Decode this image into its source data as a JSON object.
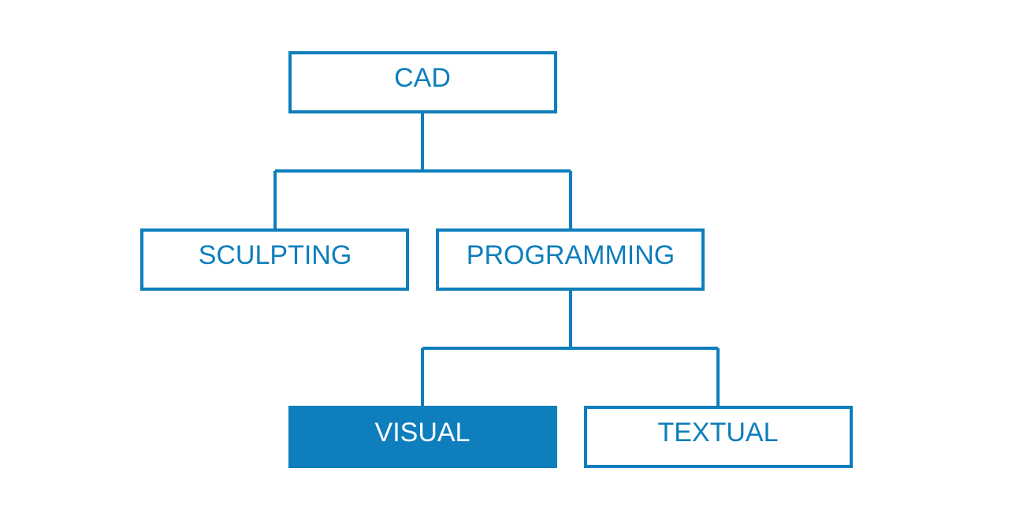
{
  "diagram": {
    "colors": {
      "accent": "#0e7ebc",
      "background": "#ffffff",
      "highlight_text": "#ffffff"
    },
    "nodes": {
      "cad": {
        "label": "CAD"
      },
      "sculpting": {
        "label": "SCULPTING"
      },
      "programming": {
        "label": "PROGRAMMING"
      },
      "visual": {
        "label": "VISUAL",
        "highlighted": true
      },
      "textual": {
        "label": "TEXTUAL"
      }
    },
    "edges": [
      {
        "from": "CAD",
        "to": "SCULPTING"
      },
      {
        "from": "CAD",
        "to": "PROGRAMMING"
      },
      {
        "from": "PROGRAMMING",
        "to": "VISUAL"
      },
      {
        "from": "PROGRAMMING",
        "to": "TEXTUAL"
      }
    ]
  }
}
